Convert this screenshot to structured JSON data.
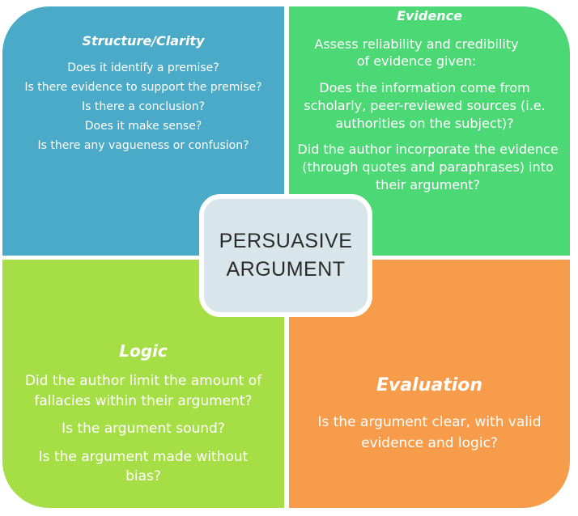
{
  "center": {
    "line1": "PERSUASIVE",
    "line2": "ARGUMENT"
  },
  "structure": {
    "title": "Structure/Clarity",
    "items": [
      "Does it identify a premise?",
      "Is there evidence to support the premise?",
      "Is there a conclusion?",
      "Does it make sense?",
      "Is there any vagueness or confusion?"
    ]
  },
  "evidence": {
    "title": "Evidence",
    "intro": "Assess reliability and credibility of evidence given:",
    "question1": "Does the information come from scholarly, peer-reviewed sources (i.e. authorities on the subject)?",
    "question2": "Did the author incorporate the evidence (through quotes and paraphrases) into their argument?"
  },
  "logic": {
    "title": "Logic",
    "question1": "Did the author limit the amount of fallacies within their argument?",
    "question2": "Is the argument sound?",
    "question3": "Is the argument made without bias?"
  },
  "evaluation": {
    "title": "Evaluation",
    "question1": "Is the argument clear, with valid evidence and logic?"
  },
  "colors": {
    "structure": "#4aaac7",
    "evidence": "#4bd875",
    "logic": "#a6de46",
    "evaluation": "#f79c4b",
    "center": "#d8e6ec"
  }
}
